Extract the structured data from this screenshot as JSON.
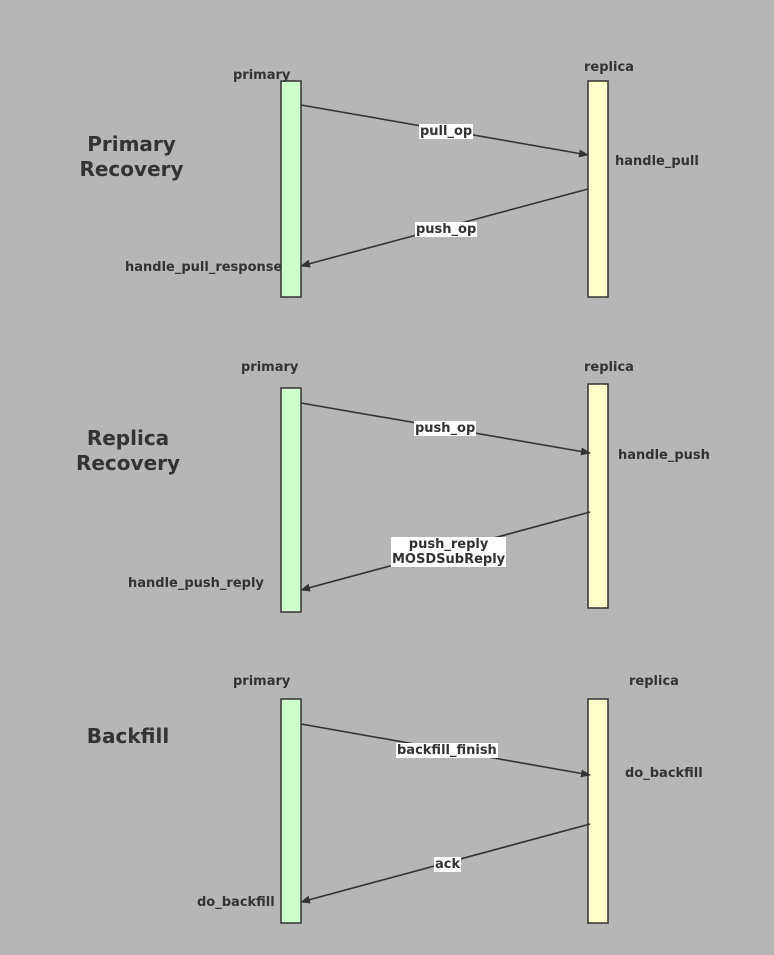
{
  "colors": {
    "background": "#b6b6b6",
    "primary_bar": "#ccffcc",
    "replica_bar": "#ffffcc",
    "stroke": "#333333",
    "label_bg": "#ffffff"
  },
  "sections": [
    {
      "title_line1": "Primary",
      "title_line2": "Recovery",
      "primary_label": "primary",
      "replica_label": "replica",
      "request_message": "pull_op",
      "replica_handler": "handle_pull",
      "reply_message_line1": "push_op",
      "reply_message_line2": "",
      "primary_handler": "handle_pull_response"
    },
    {
      "title_line1": "Replica",
      "title_line2": "Recovery",
      "primary_label": "primary",
      "replica_label": "replica",
      "request_message": "push_op",
      "replica_handler": "handle_push",
      "reply_message_line1": "push_reply",
      "reply_message_line2": "MOSDSubReply",
      "primary_handler": "handle_push_reply"
    },
    {
      "title_line1": "Backfill",
      "title_line2": "",
      "primary_label": "primary",
      "replica_label": "replica",
      "request_message": "backfill_finish",
      "replica_handler": "do_backfill",
      "reply_message_line1": "ack",
      "reply_message_line2": "",
      "primary_handler": "do_backfill"
    }
  ]
}
